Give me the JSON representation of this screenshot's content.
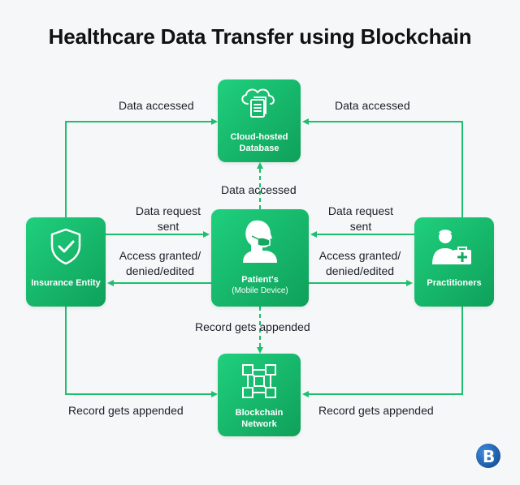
{
  "title": "Healthcare Data Transfer using Blockchain",
  "nodes": {
    "database": {
      "line1": "Cloud-hosted",
      "line2": "Database",
      "icon": "cloud-documents-icon"
    },
    "insurance": {
      "label": "Insurance Entity",
      "icon": "shield-check-icon"
    },
    "patient": {
      "line1": "Patient's",
      "line2": "(Mobile Device)",
      "icon": "patient-mask-icon"
    },
    "practitioners": {
      "label": "Practitioners",
      "icon": "doctor-medkit-icon"
    },
    "blockchain": {
      "line1": "Blockchain",
      "line2": "Network",
      "icon": "blockchain-cubes-icon"
    }
  },
  "edges": {
    "insurance_to_db": "Data accessed",
    "practitioners_to_db": "Data accessed",
    "patient_to_db": "Data accessed",
    "insurance_request": "Data request sent",
    "insurance_request_l1": "Data request",
    "insurance_request_l2": "sent",
    "insurance_access_l1": "Access granted/",
    "insurance_access_l2": "denied/edited",
    "practitioners_request_l1": "Data request",
    "practitioners_request_l2": "sent",
    "practitioners_access_l1": "Access granted/",
    "practitioners_access_l2": "denied/edited",
    "patient_to_blockchain": "Record gets appended",
    "insurance_to_blockchain": "Record gets appended",
    "practitioners_to_blockchain": "Record gets appended"
  },
  "colors": {
    "node_green": "#1cc476",
    "arrow_green": "#1dbf6e",
    "logo_blue": "#0b3f86"
  },
  "logo": {
    "letter": "B",
    "icon": "company-logo-icon"
  }
}
